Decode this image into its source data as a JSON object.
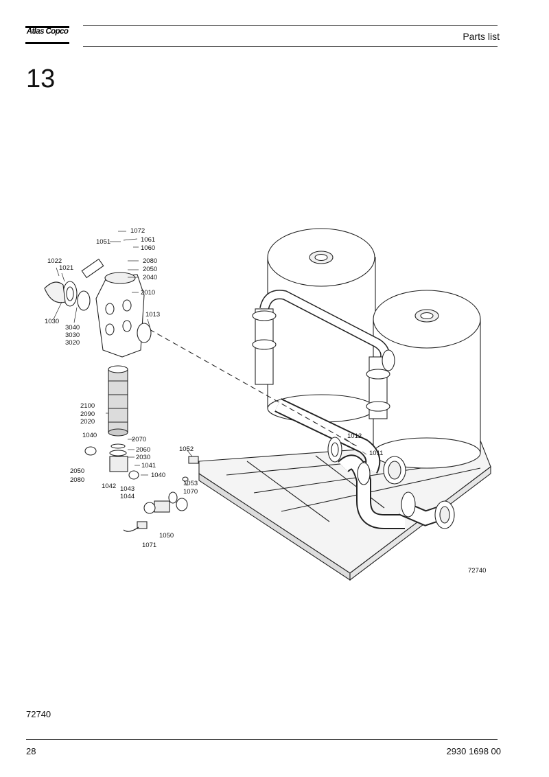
{
  "header": {
    "brand": "Atlas Copco",
    "title": "Parts list"
  },
  "section_number": "13",
  "diagram": {
    "figure_id": "72740",
    "callouts": {
      "c1072": "1072",
      "c1061": "1061",
      "c1051": "1051",
      "c1060": "1060",
      "c1022": "1022",
      "c1021": "1021",
      "c2080a": "2080",
      "c2050a": "2050",
      "c2040": "2040",
      "c2010": "2010",
      "c1013": "1013",
      "c1030": "1030",
      "c3040": "3040",
      "c3030": "3030",
      "c3020": "3020",
      "c2100": "2100",
      "c2090": "2090",
      "c2020": "2020",
      "c1040a": "1040",
      "c2070": "2070",
      "c2060": "2060",
      "c2030": "2030",
      "c1041": "1041",
      "c1040b": "1040",
      "c2050b": "2050",
      "c2080b": "2080",
      "c1042": "1042",
      "c1043": "1043",
      "c1044": "1044",
      "c1052": "1052",
      "c1053": "1053",
      "c1070": "1070",
      "c1050": "1050",
      "c1071": "1071",
      "c1012": "1012",
      "c1011": "1011"
    }
  },
  "footer": {
    "figure_ref": "72740",
    "page_number": "28",
    "document_number": "2930 1698 00"
  }
}
